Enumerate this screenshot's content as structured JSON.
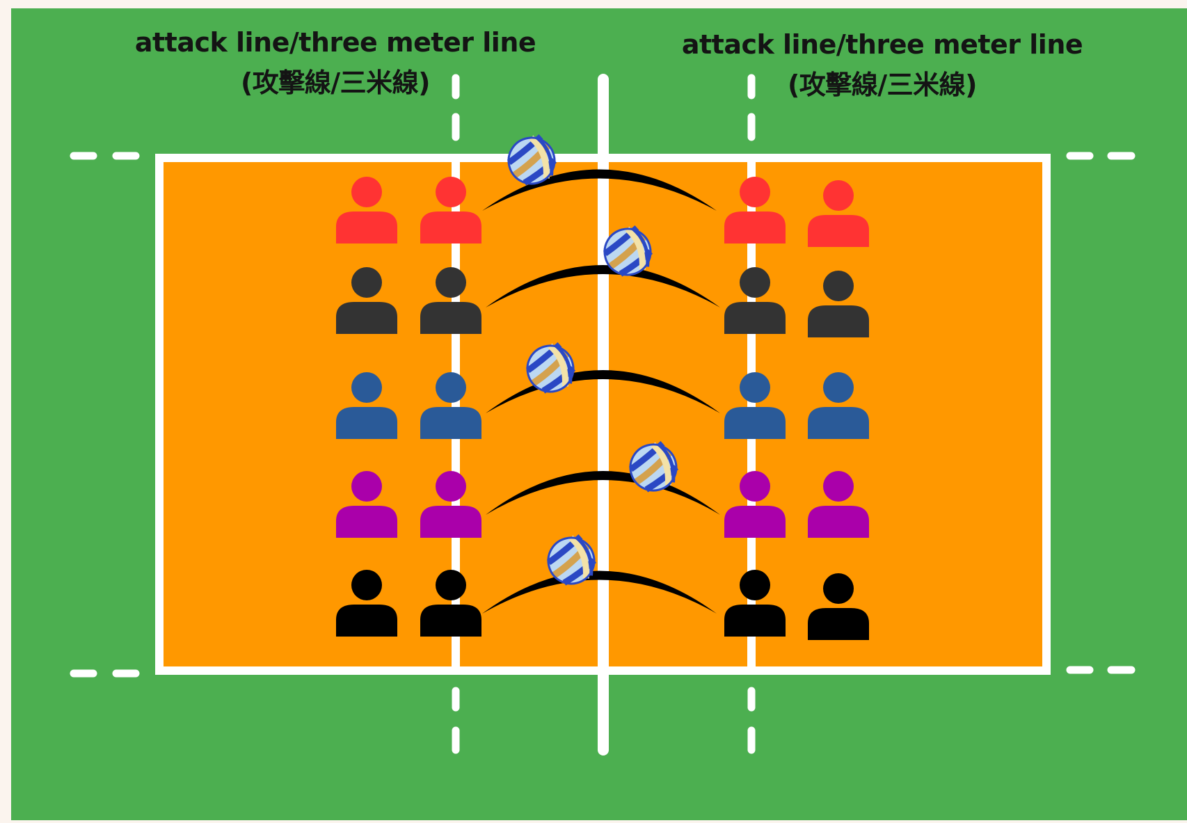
{
  "diagram": {
    "labels": {
      "left": {
        "line1": "attack line/three meter line",
        "line2": "(攻擊線/三米線)"
      },
      "right": {
        "line1": "attack line/three meter line",
        "line2": "(攻擊線/三米線)"
      }
    },
    "colors": {
      "background": "#fbf4ee",
      "field": "#4caf50",
      "court": "#ff9800",
      "lines": "#ffffff",
      "arc": "#000000"
    },
    "player_rows": [
      {
        "color": "#ff3333"
      },
      {
        "color": "#333333"
      },
      {
        "color": "#2a5a98"
      },
      {
        "color": "#aa00aa"
      },
      {
        "color": "#000000"
      }
    ],
    "players_per_side": 2,
    "ball_icon": "volleyball-icon",
    "player_icon": "person-icon"
  }
}
